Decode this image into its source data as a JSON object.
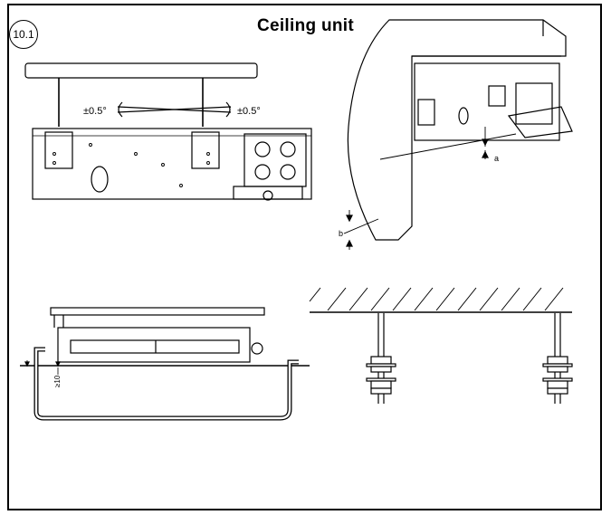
{
  "figure": {
    "number": "10.1",
    "title": "Ceiling unit"
  },
  "tolerances": {
    "left": "±0.5°",
    "right": "±0.5°"
  },
  "dimension_labels": {
    "a": "a",
    "b": "b",
    "drain_height": "≥10"
  }
}
